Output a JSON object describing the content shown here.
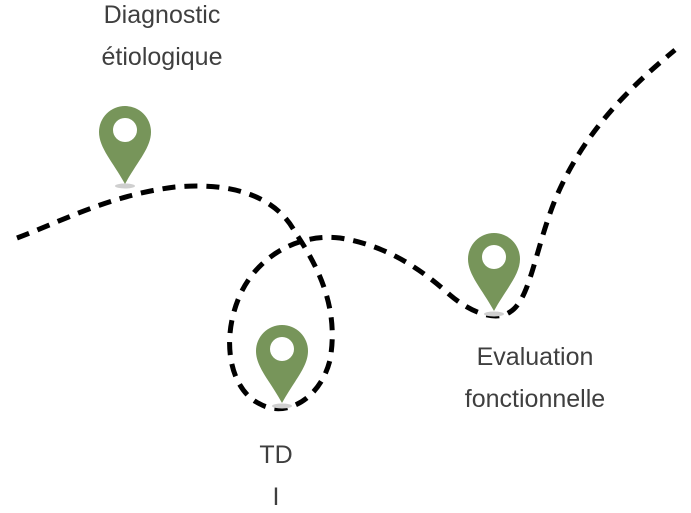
{
  "colors": {
    "pin": "#77955a",
    "pin_hole": "#ffffff",
    "pin_shadow": "#cfcfcf",
    "path": "#000000",
    "text": "#3f3f3f"
  },
  "icons": {
    "pin": "location-pin-icon"
  },
  "milestones": [
    {
      "lines": [
        "Diagnostic",
        "étiologique"
      ]
    },
    {
      "lines": [
        "Evaluation",
        "fonctionnelle"
      ]
    },
    {
      "lines": [
        "TD",
        "I"
      ]
    }
  ]
}
